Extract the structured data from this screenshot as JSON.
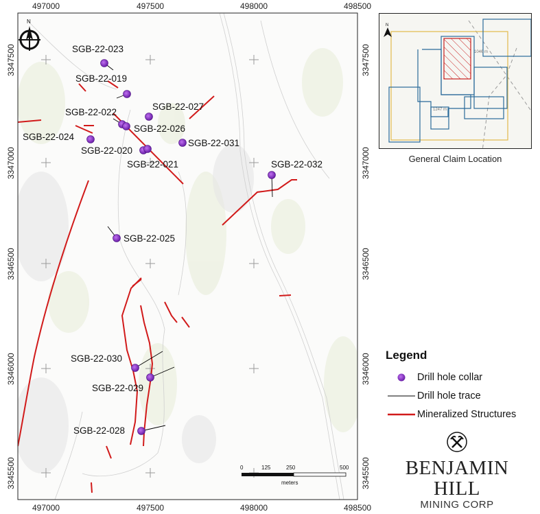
{
  "map": {
    "x_ticks": [
      "497000",
      "497500",
      "498000",
      "498500"
    ],
    "y_ticks": [
      "3347500",
      "3347000",
      "3346500",
      "3346000",
      "3345500"
    ],
    "drill_holes": [
      {
        "id": "SGB-22-023"
      },
      {
        "id": "SGB-22-019"
      },
      {
        "id": "SGB-22-027"
      },
      {
        "id": "SGB-22-022"
      },
      {
        "id": "SGB-22-026"
      },
      {
        "id": "SGB-22-024"
      },
      {
        "id": "SGB-22-020"
      },
      {
        "id": "SGB-22-021"
      },
      {
        "id": "SGB-22-031"
      },
      {
        "id": "SGB-22-032"
      },
      {
        "id": "SGB-22-025"
      },
      {
        "id": "SGB-22-030"
      },
      {
        "id": "SGB-22-029"
      },
      {
        "id": "SGB-22-028"
      }
    ],
    "scale_bar": {
      "labels": [
        "0",
        "125",
        "250",
        "500"
      ],
      "unit": "meters"
    },
    "north_label": "N"
  },
  "inset": {
    "caption": "General Claim Location",
    "elev1": "1046 m",
    "elev2": "1247 m"
  },
  "legend": {
    "title": "Legend",
    "items": [
      {
        "label": "Drill hole collar",
        "color": "#8b2fc9"
      },
      {
        "label": "Drill hole trace",
        "color": "#000000"
      },
      {
        "label": "Mineralized Structures",
        "color": "#d11a1a"
      }
    ]
  },
  "logo": {
    "name": "BENJAMIN HILL",
    "sub": "MINING CORP"
  }
}
